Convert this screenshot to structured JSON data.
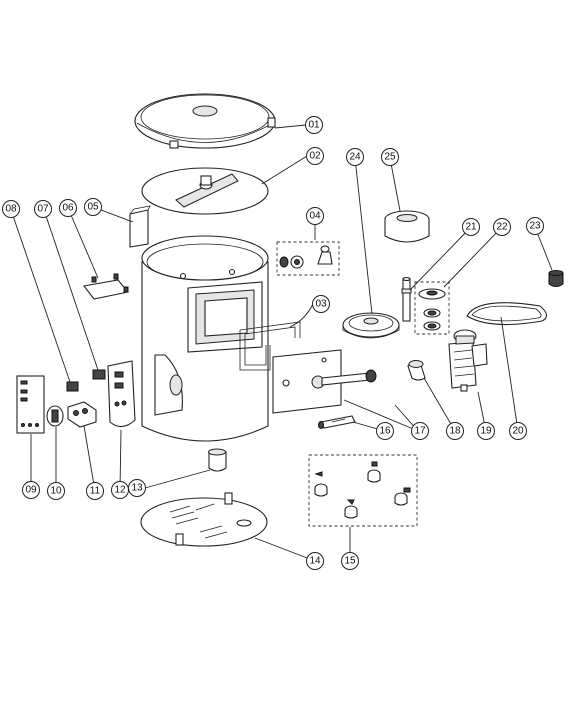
{
  "labels": [
    "01",
    "02",
    "03",
    "04",
    "05",
    "06",
    "07",
    "08",
    "09",
    "10",
    "11",
    "12",
    "13",
    "14",
    "15",
    "16",
    "17",
    "18",
    "19",
    "20",
    "21",
    "22",
    "23",
    "24",
    "25"
  ]
}
